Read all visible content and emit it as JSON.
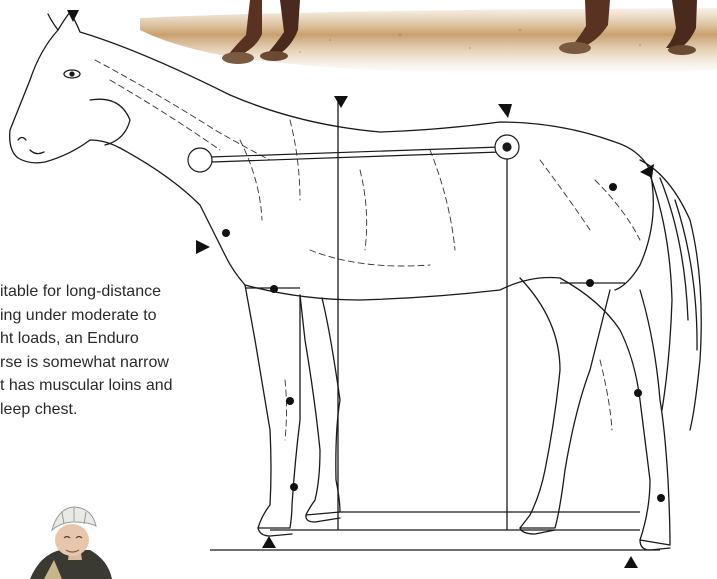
{
  "caption": {
    "lines": [
      "itable for long-distance",
      "ing under moderate to",
      "ht loads, an Enduro",
      "rse is somewhat narrow",
      "t has muscular loins and",
      "leep chest."
    ]
  },
  "icons": {
    "photo": "horse-legs-arena-photo",
    "figure": "horse-conformation-drawing",
    "rider": "rider-helmet-photo",
    "markers": "triangle-marker-icon"
  },
  "colors": {
    "sand": "#c9a06e",
    "sand_dark": "#a67a46",
    "horse_leg": "#5a3222",
    "line": "#1a1a1a",
    "dot": "#111111"
  }
}
